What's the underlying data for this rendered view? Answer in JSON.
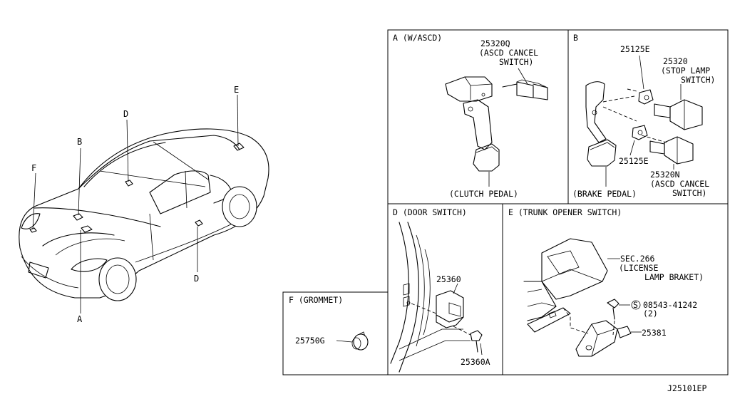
{
  "car": {
    "callouts": {
      "A": "A",
      "B": "B",
      "D1": "D",
      "D2": "D",
      "E": "E",
      "F": "F"
    }
  },
  "panel_a": {
    "title": "A (W/ASCD)",
    "part_number": "25320Q",
    "part_name_l1": "(ASCD CANCEL",
    "part_name_l2": "SWITCH)",
    "pedal_label": "(CLUTCH PEDAL)"
  },
  "panel_b": {
    "title": "B",
    "clip_top": "25125E",
    "stop_number": "25320",
    "stop_name_l1": "(STOP LAMP",
    "stop_name_l2": "SWITCH)",
    "clip_bottom": "25125E",
    "ascd_number": "25320N",
    "ascd_name_l1": "(ASCD CANCEL",
    "ascd_name_l2": "SWITCH)",
    "pedal_label": "(BRAKE PEDAL)"
  },
  "panel_d": {
    "title": "D (DOOR SWITCH)",
    "switch_number": "25360",
    "screw_number": "25360A"
  },
  "panel_e": {
    "title": "E (TRUNK OPENER SWITCH)",
    "sec_l1": "SEC.266",
    "sec_l2": "(LICENSE",
    "sec_l3": "LAMP BRAKET)",
    "screw_symbol": "S",
    "screw_number": "08543-41242",
    "screw_qty": "(2)",
    "switch_number": "25381"
  },
  "panel_f": {
    "title": "F (GROMMET)",
    "grommet_number": "25750G"
  },
  "diagram_id": "J25101EP"
}
